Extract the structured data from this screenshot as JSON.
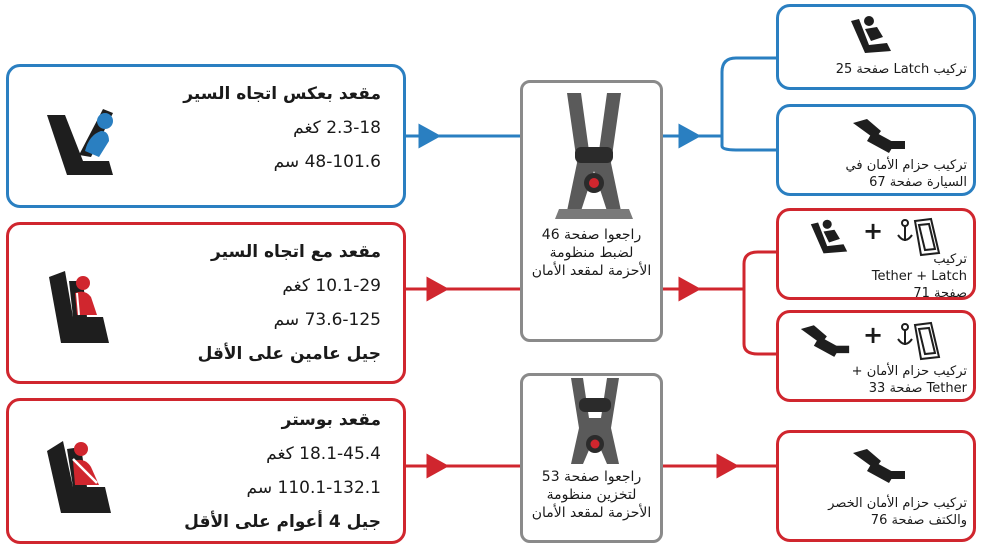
{
  "rear_facing": {
    "title": "مقعد بعكس اتجاه السير",
    "weight": "2.3-18 كغم",
    "height": "48-101.6 سم",
    "icon": "rear-facing-seat-icon",
    "color": "#2a7fc1"
  },
  "forward_facing": {
    "title": "مقعد مع اتجاه السير",
    "weight": "10.1-29 كغم",
    "height": "73.6-125 سم",
    "note": "جيل عامين على الأقل",
    "icon": "forward-facing-seat-icon",
    "color": "#d0262e"
  },
  "booster": {
    "title": "مقعد بوستر",
    "weight": "18.1-45.4 كغم",
    "height": "110.1-132.1 سم",
    "note": "جيل 4 أعوام على الأقل",
    "icon": "booster-seat-icon"
  },
  "harness_box": {
    "lines": [
      "راجعوا صفحة 46",
      "لضبط منظومة",
      "الأحزمة لمقعد الأمان"
    ],
    "icon": "harness-icon"
  },
  "storage_box": {
    "lines": [
      "راجعوا صفحة 53",
      "لتخزين منظومة",
      "الأحزمة لمقعد الأمان"
    ],
    "icon": "harness-icon"
  },
  "options": {
    "latch": {
      "lines": [
        "تركيب Latch صفحة 25"
      ],
      "icon": "latch-icon"
    },
    "belt": {
      "lines": [
        "تركيب حزام الأمان في",
        "السيارة صفحة 67"
      ],
      "icon": "seat-belt-icon"
    },
    "latch_tether": {
      "plus": "+",
      "lines": [
        "تركيب",
        "Tether + Latch",
        "صفحة 71"
      ],
      "icons": [
        "latch-icon",
        "tether-anchor-icon"
      ]
    },
    "belt_tether": {
      "plus": "+",
      "lines": [
        "تركيب حزام الأمان +",
        "Tether صفحة 33"
      ],
      "icons": [
        "seat-belt-icon",
        "tether-anchor-icon"
      ]
    },
    "lap_shoulder": {
      "lines": [
        "تركيب حزام الأمان الخصر",
        "والكتف صفحة 76"
      ],
      "icon": "seat-belt-icon"
    }
  }
}
